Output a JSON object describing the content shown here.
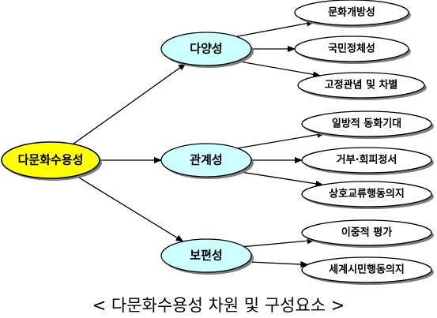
{
  "root": {
    "label": "다문화수용성",
    "fill": "#ffff00"
  },
  "branches": [
    {
      "label": "다양성",
      "fill": "#ccffff",
      "leaves": [
        "문화개방성",
        "국민정체성",
        "고정관념 및 차별"
      ]
    },
    {
      "label": "관계성",
      "fill": "#ccffff",
      "leaves": [
        "일방적 동화기대",
        "거부·회피정서",
        "상호교류행동의지"
      ]
    },
    {
      "label": "보편성",
      "fill": "#ccffff",
      "leaves": [
        "이중적 평가",
        "세계시민행동의지"
      ]
    }
  ],
  "leaf_fill": "#ffffff",
  "caption": "< 다문화수용성 차원 및 구성요소 >"
}
